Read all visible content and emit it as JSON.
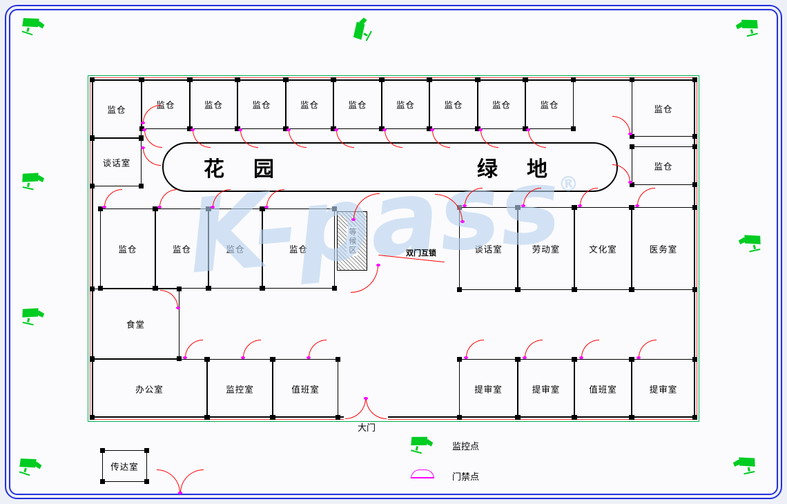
{
  "top_cells": [
    "监仓",
    "监仓",
    "监仓",
    "监仓",
    "监仓",
    "监仓",
    "监仓",
    "监仓",
    "监仓"
  ],
  "left_rooms": [
    "监仓",
    "谈话室"
  ],
  "right_rooms": [
    "监仓",
    "监仓"
  ],
  "mid_left_rooms": [
    "监仓",
    "监仓",
    "监仓",
    "监仓"
  ],
  "mid_right_rooms": [
    "谈话室",
    "劳动室",
    "文化室",
    "医务室"
  ],
  "canteen": "食堂",
  "bottom_left_rooms": [
    "办公室",
    "监控室",
    "值班室"
  ],
  "bottom_right_rooms": [
    "提审室",
    "提审室",
    "值班室",
    "提审室"
  ],
  "garden": {
    "left": "花园",
    "right": "绿地"
  },
  "waiting_area": "等候区",
  "interlock_label": "双门互锁",
  "gate_label": "大门",
  "gatehouse_label": "传达室",
  "legend": {
    "camera": "监控点",
    "door": "门禁点"
  },
  "watermark": {
    "text": "K-pass",
    "reg": "®"
  },
  "colors": {
    "wall": "#000000",
    "door": "#ff0000",
    "sensor": "#ff00ff",
    "camera": "#00cc22",
    "frame": "#2431d8",
    "watermark": "#b9d3ef",
    "perimeter_green": "#00b050",
    "perimeter_red": "#ff4040"
  }
}
